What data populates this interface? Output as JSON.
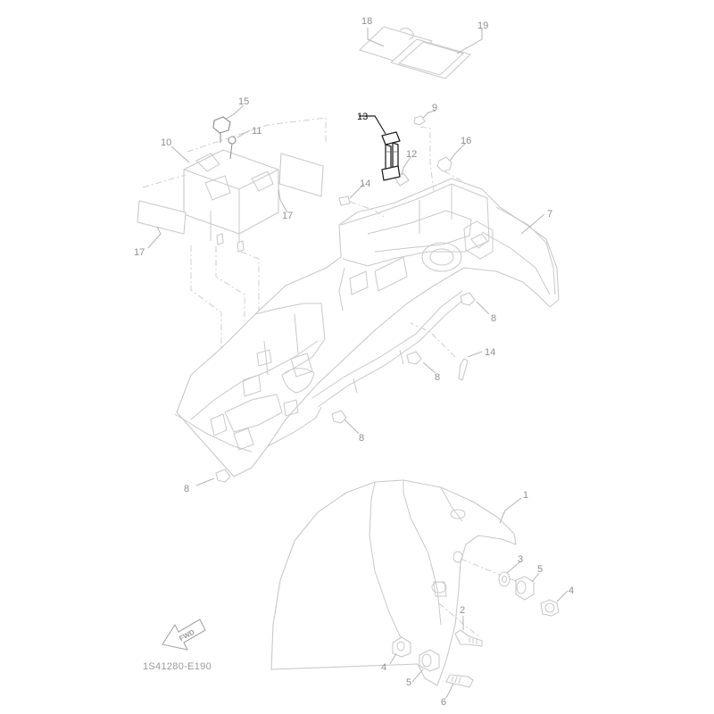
{
  "diagram_code": "1S41280-E190",
  "fwd_label": "FWD",
  "highlight_color": "#222222",
  "line_color": "#c9c9c9",
  "callouts": {
    "c1": "1",
    "c2": "2",
    "c3": "3",
    "c4a": "4",
    "c4b": "4",
    "c5a": "5",
    "c5b": "5",
    "c6": "6",
    "c7": "7",
    "c8a": "8",
    "c8b": "8",
    "c8c": "8",
    "c8d": "8",
    "c9": "9",
    "c10": "10",
    "c11": "11",
    "c12": "12",
    "c13": "13",
    "c14a": "14",
    "c14b": "14",
    "c15": "15",
    "c16": "16",
    "c17a": "17",
    "c17b": "17",
    "c18": "18",
    "c19": "19"
  }
}
